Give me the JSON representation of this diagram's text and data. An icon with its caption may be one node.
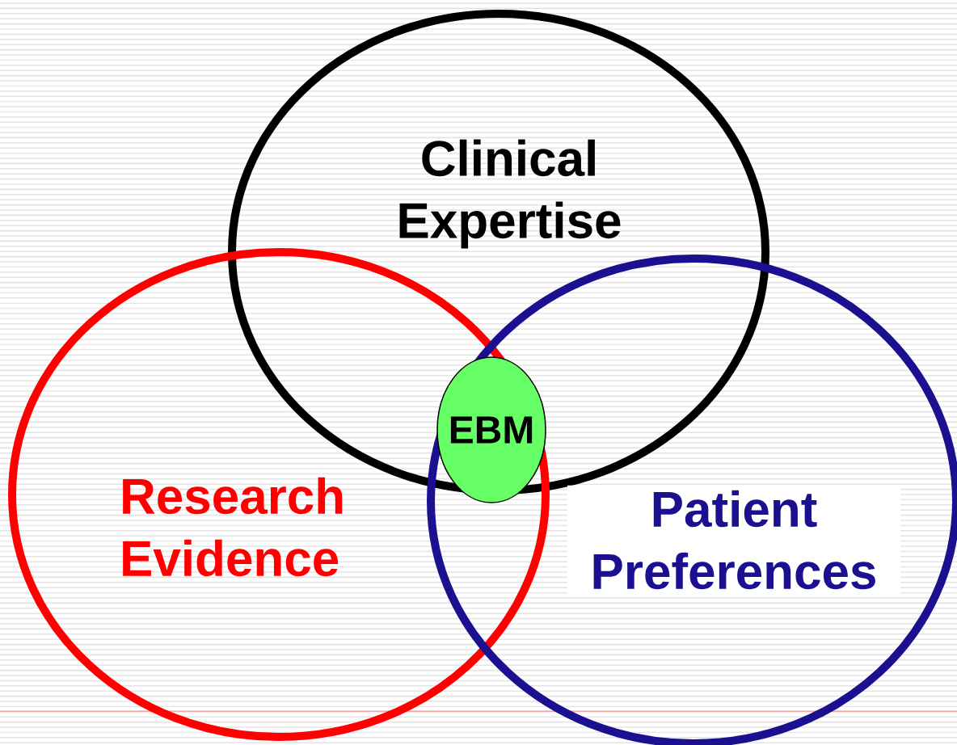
{
  "diagram": {
    "nodes": [
      {
        "text": [
          "Clinical Expertise"
        ]
      },
      {
        "text": [
          "Research Evidence"
        ]
      },
      {
        "text": [
          "Patient Preferences"
        ]
      },
      {
        "text": [
          "EBM"
        ]
      }
    ]
  }
}
